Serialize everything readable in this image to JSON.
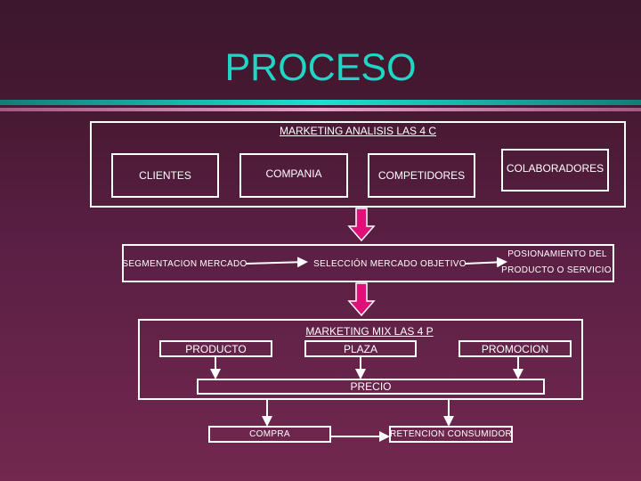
{
  "title": "PROCESO",
  "analisis": {
    "title": "MARKETING ANALISIS LAS 4 C",
    "items": [
      "CLIENTES",
      "COMPANIA",
      "COMPETIDORES",
      "COLABORADORES"
    ]
  },
  "mercado": {
    "segmentacion": "SEGMENTACION MERCADO",
    "seleccion": "SELECCIÓN MERCADO OBJETIVO",
    "posicionamiento_1": "POSIONAMIENTO DEL",
    "posicionamiento_2": "PRODUCTO O SERVICIO"
  },
  "mix": {
    "title": "MARKETING MIX LAS 4 P",
    "producto": "PRODUCTO",
    "plaza": "PLAZA",
    "promocion": "PROMOCION",
    "precio": "PRECIO"
  },
  "resultado": {
    "compra": "COMPRA",
    "retencion": "RETENCION CONSUMIDOR"
  },
  "colors": {
    "title": "#1fd6c6",
    "arrow": "#e0107a"
  }
}
